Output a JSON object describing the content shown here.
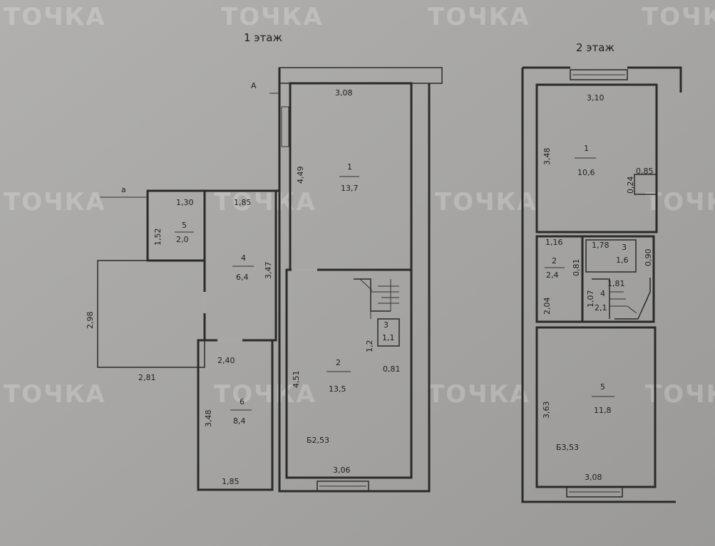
{
  "floor1": {
    "title": "1 этаж",
    "marker_a": "А",
    "marker_a2": "а",
    "rooms": [
      {
        "id": "1",
        "num": "1",
        "area": "13,7"
      },
      {
        "id": "2",
        "num": "2",
        "area": "13,5"
      },
      {
        "id": "3",
        "num": "3",
        "area": "1,1"
      },
      {
        "id": "4",
        "num": "4",
        "area": "6,4"
      },
      {
        "id": "5",
        "num": "5",
        "area": "2,0"
      },
      {
        "id": "6",
        "num": "6",
        "area": "8,4"
      }
    ],
    "dims": {
      "r1_top": "3,08",
      "r1_left": "4,49",
      "r2_left": "4,51",
      "r2_bottom": "3,06",
      "r2_inner": "Б2,53",
      "r3_side": "0,81",
      "r3_small": "1,2",
      "r4_top": "1,85",
      "r4_right": "3,47",
      "r5_top": "1,30",
      "r5_left": "1,52",
      "r6_top": "2,40",
      "r6_left": "3,48",
      "r6_bottom": "1,85",
      "ext_left": "2,98",
      "ext_bottom": "2,81"
    }
  },
  "floor2": {
    "title": "2 этаж",
    "rooms": [
      {
        "id": "1",
        "num": "1",
        "area": "10,6"
      },
      {
        "id": "2",
        "num": "2",
        "area": "2,4"
      },
      {
        "id": "3",
        "num": "3",
        "area": "1,6"
      },
      {
        "id": "4",
        "num": "4",
        "area": "2,1"
      },
      {
        "id": "5",
        "num": "5",
        "area": "11,8"
      }
    ],
    "dims": {
      "r1_top": "3,10",
      "r1_left": "3,48",
      "r1_n1": "0,24",
      "r1_n2": "0,85",
      "r2_top": "1,16",
      "r2_left": "2,04",
      "r2_right": "0,81",
      "r3_top": "1,78",
      "r3_right": "0,90",
      "r4_left": "1,07",
      "r4_top": "1,81",
      "r5_left": "3,63",
      "r5_bottom": "3,08",
      "r5_inner": "Б3,53"
    }
  },
  "watermark": "ТОЧКА"
}
